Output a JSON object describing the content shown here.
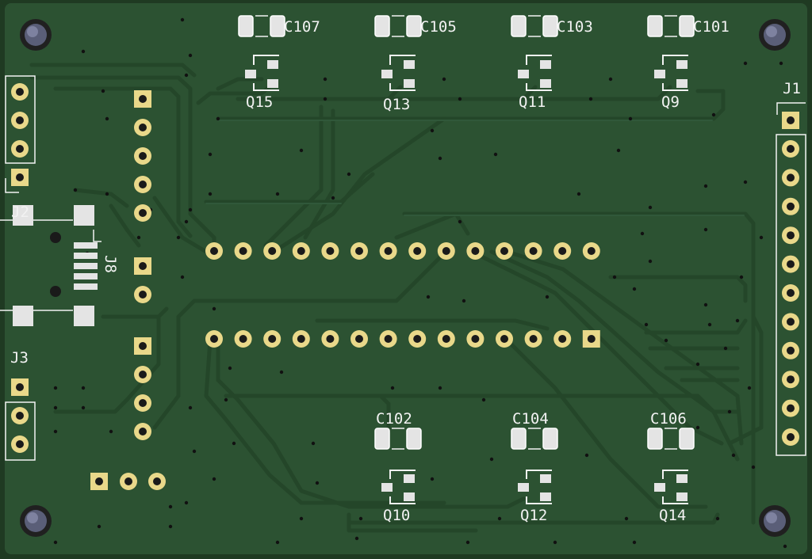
{
  "board": {
    "colors": {
      "substrate": "#1f3a22",
      "soldermask": "#2c5232",
      "trace": "#26492b",
      "pad_gold": "#e9d88a",
      "pad_silver": "#e4e4e4",
      "silkscreen": "#f2f2f2",
      "hole": "#1a1a1a",
      "mount_hole": "#5a5e78"
    }
  },
  "labels": {
    "c107": "C107",
    "c105": "C105",
    "c103": "C103",
    "c101": "C101",
    "q15": "Q15",
    "q13": "Q13",
    "q11": "Q11",
    "q9": "Q9",
    "j1": "J1",
    "j2": "J2",
    "j3": "J3",
    "j8": "J8",
    "c102": "C102",
    "c104": "C104",
    "c106": "C106",
    "q10": "Q10",
    "q12": "Q12",
    "q14": "Q14"
  }
}
